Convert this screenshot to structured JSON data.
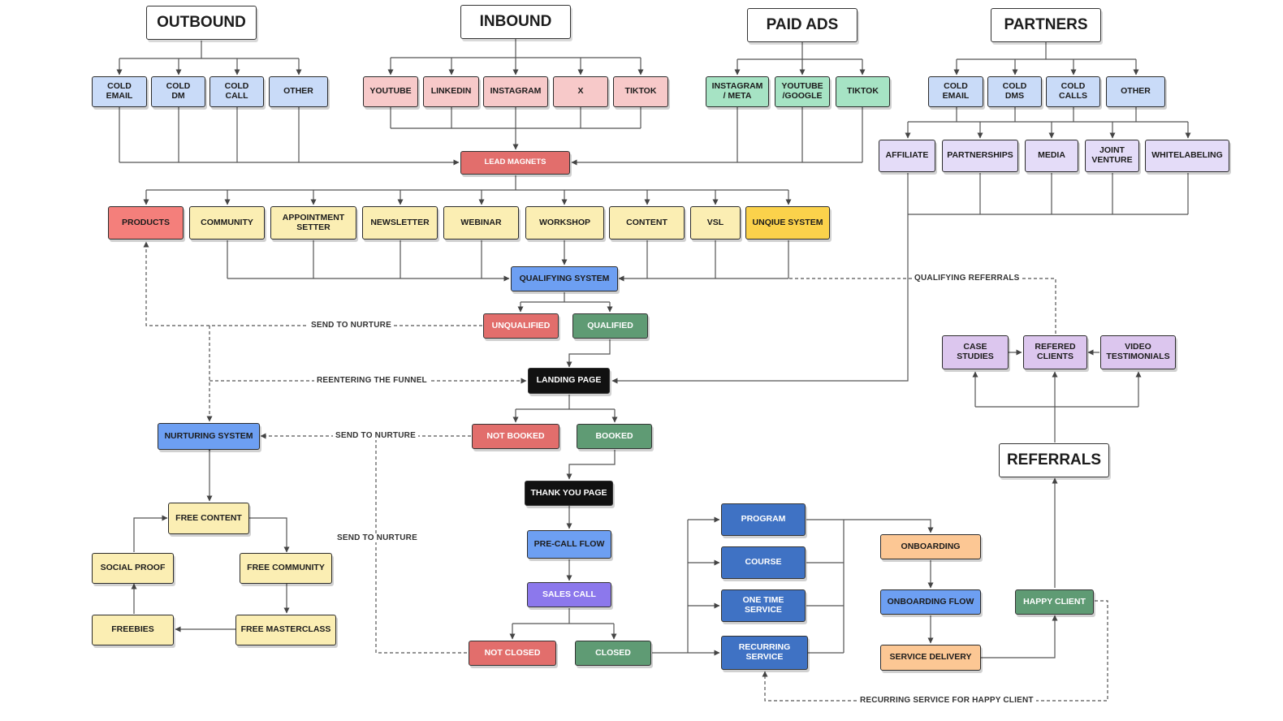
{
  "colors": {
    "blue_box": "#c9dbf8",
    "pink_box": "#f7c9c9",
    "green_box": "#a6e3c4",
    "purple_box": "#e4dcf8",
    "yellow_box": "#fbeeb3",
    "lilac_box": "#dcc6ee",
    "orange_box": "#fcc794",
    "red_box": "#e26e6c",
    "gold_box": "#fbd24b",
    "medium_blue_box": "#6d9ff2",
    "dark_blue_box": "#3f72c4",
    "sage_green_box": "#5f9b74",
    "black_box": "#111111",
    "violet_box": "#8c78ec"
  },
  "headers": {
    "outbound": "OUTBOUND",
    "inbound": "INBOUND",
    "paid_ads": "PAID ADS",
    "partners": "PARTNERS",
    "referrals": "REFERRALS"
  },
  "outbound": {
    "cold_email": "COLD\nEMAIL",
    "cold_dm": "COLD\nDM",
    "cold_call": "COLD\nCALL",
    "other": "OTHER"
  },
  "inbound": {
    "youtube": "YOUTUBE",
    "linkedin": "LINKEDIN",
    "instagram": "INSTAGRAM",
    "x": "X",
    "tiktok": "TIKTOK"
  },
  "paid_ads": {
    "instagram_meta": "INSTAGRAM\n/ META",
    "youtube_google": "YOUTUBE\n/GOOGLE",
    "tiktok": "TIKTOK"
  },
  "partners": {
    "cold_email": "COLD\nEMAIL",
    "cold_dms": "COLD\nDMS",
    "cold_calls": "COLD\nCALLS",
    "other": "OTHER",
    "affiliate": "AFFILIATE",
    "partnerships": "PARTNERSHIPS",
    "media": "MEDIA",
    "joint_venture": "JOINT\nVENTURE",
    "whitelabeling": "WHITELABELING"
  },
  "lead_magnets": "LEAD MAGNETS",
  "magnets": {
    "products": "PRODUCTS",
    "community": "COMMUNITY",
    "appointment_setter": "APPOINTMENT\nSETTER",
    "newsletter": "NEWSLETTER",
    "webinar": "WEBINAR",
    "workshop": "WORKSHOP",
    "content": "CONTENT",
    "vsl": "VSL",
    "unique_system": "UNQIUE SYSTEM"
  },
  "funnel": {
    "qualifying_system": "QUALIFYING SYSTEM",
    "unqualified": "UNQUALIFIED",
    "qualified": "QUALIFIED",
    "landing_page": "LANDING PAGE",
    "not_booked": "NOT BOOKED",
    "booked": "BOOKED",
    "thank_you_page": "THANK YOU PAGE",
    "pre_call_flow": "PRE-CALL FLOW",
    "sales_call": "SALES CALL",
    "not_closed": "NOT CLOSED",
    "closed": "CLOSED"
  },
  "offers": {
    "program": "PROGRAM",
    "course": "COURSE",
    "one_time_service": "ONE TIME\nSERVICE",
    "recurring_service": "RECURRING\nSERVICE"
  },
  "delivery": {
    "onboarding": "ONBOARDING",
    "onboarding_flow": "ONBOARDING FLOW",
    "service_delivery": "SERVICE DELIVERY",
    "happy_client": "HAPPY CLIENT"
  },
  "referrals": {
    "case_studies": "CASE\nSTUDIES",
    "refered_clients": "REFERED\nCLIENTS",
    "video_testimonials": "VIDEO\nTESTIMONIALS"
  },
  "nurture": {
    "nurturing_system": "NURTURING SYSTEM",
    "free_content": "FREE CONTENT",
    "social_proof": "SOCIAL PROOF",
    "free_community": "FREE COMMUNITY",
    "freebies": "FREEBIES",
    "free_masterclass": "FREE MASTERCLASS"
  },
  "edge_labels": {
    "send_to_nurture": "SEND TO NURTURE",
    "reentering_the_funnel": "REENTERING THE FUNNEL",
    "qualifying_referrals": "QUALIFYING REFERRALS",
    "recurring_service_for_happy_client": "RECURRING SERVICE FOR HAPPY CLIENT"
  }
}
